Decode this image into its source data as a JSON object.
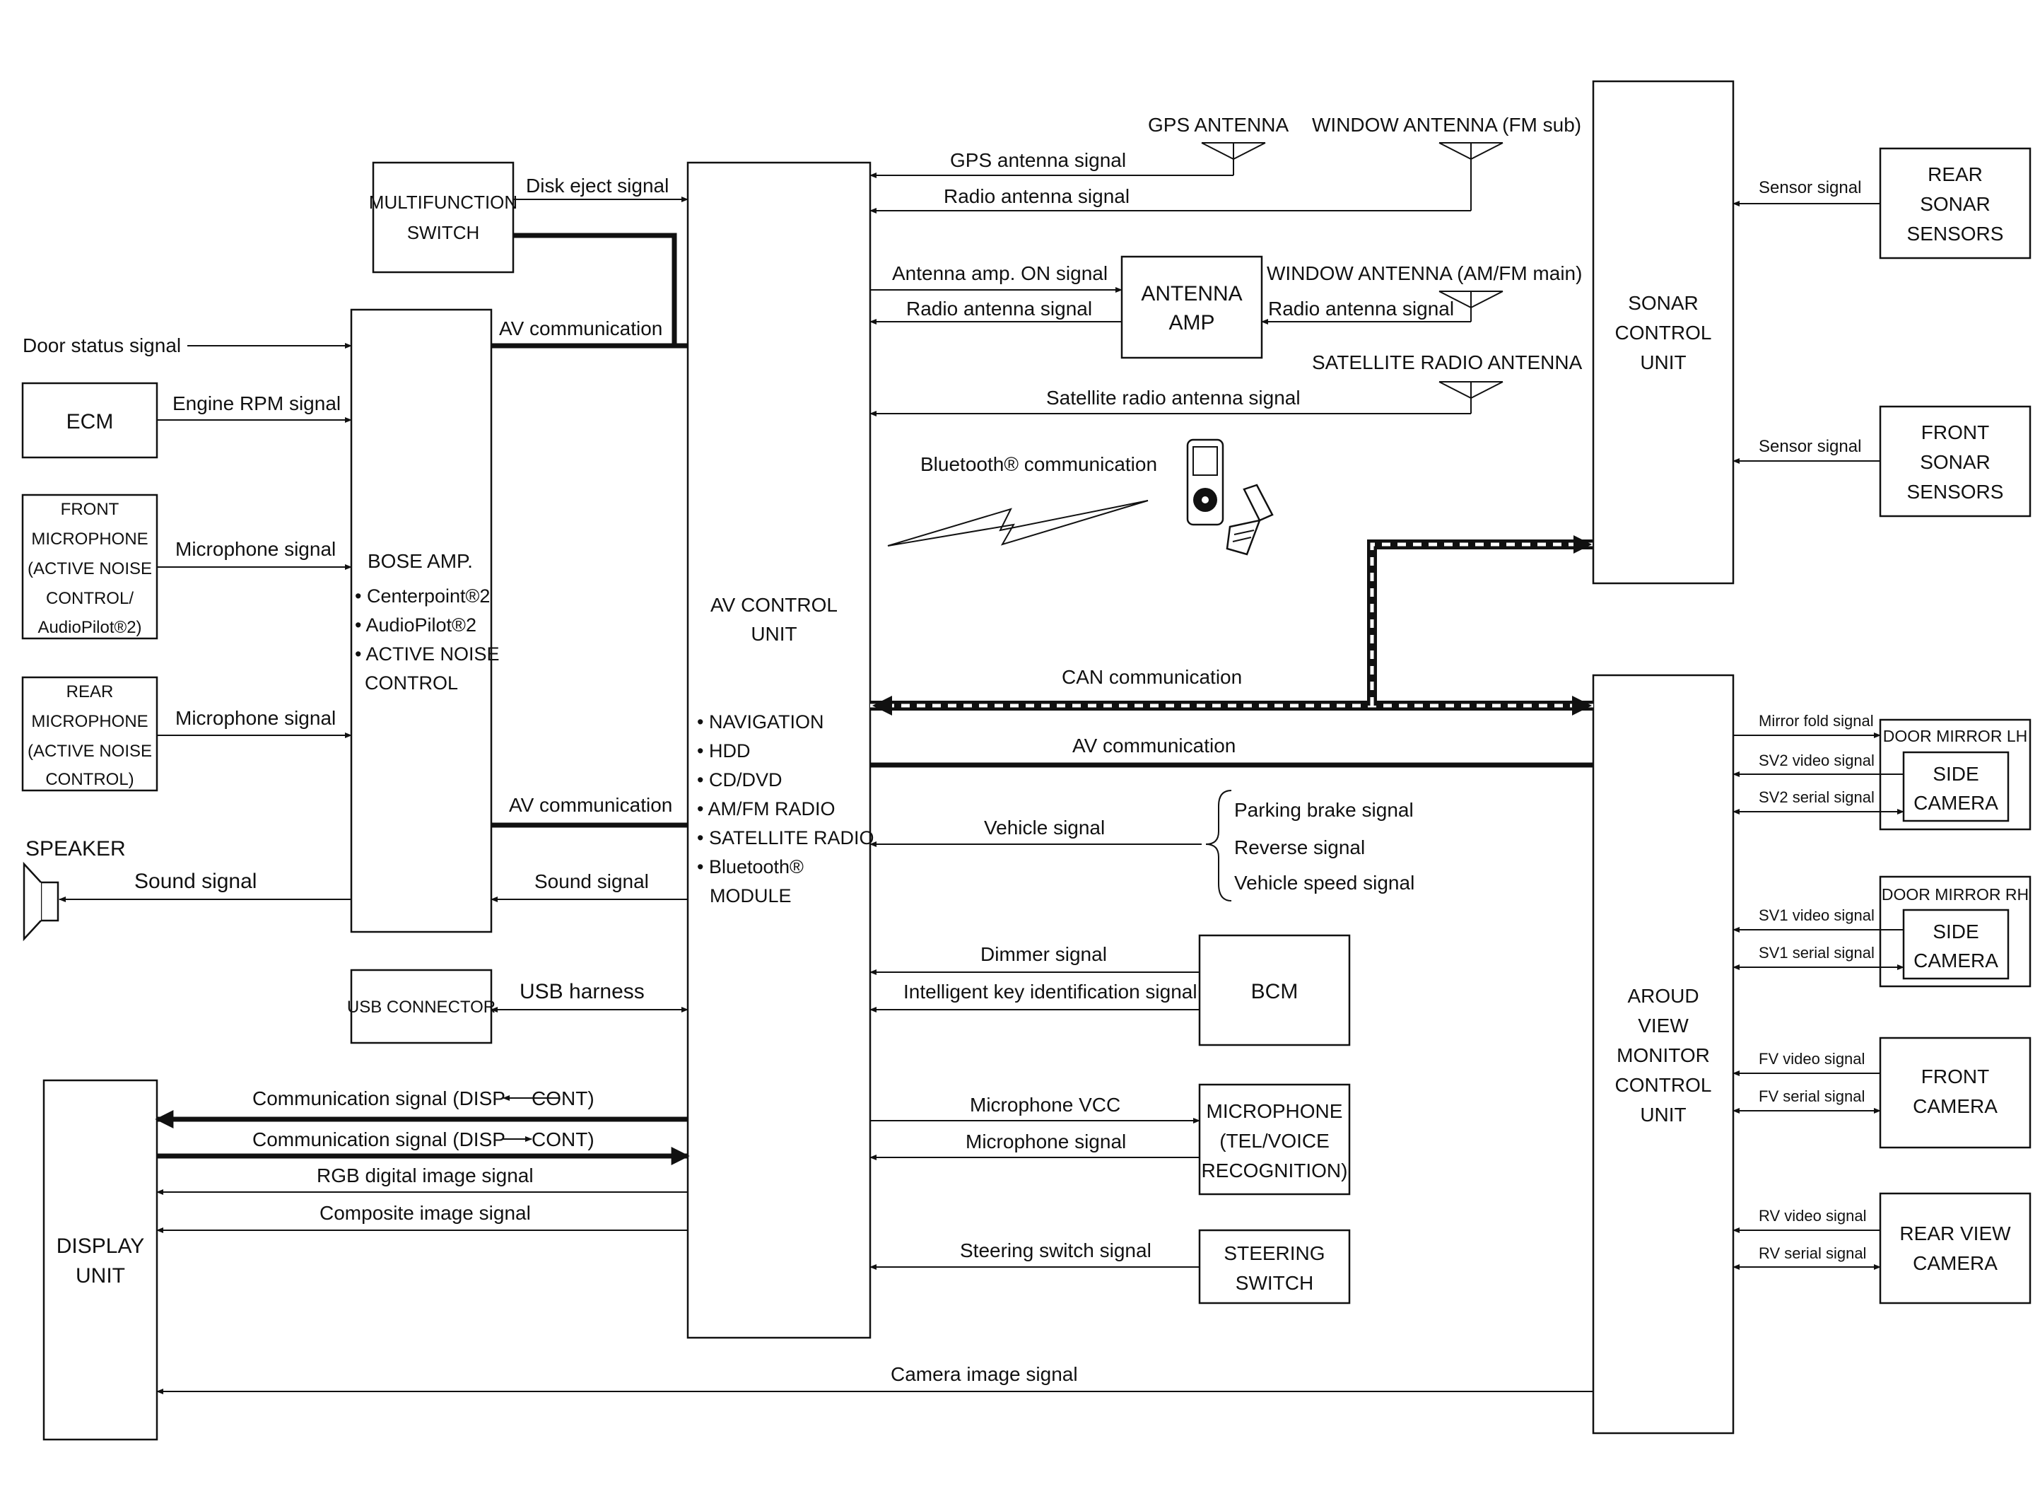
{
  "boxes": {
    "multifunction_switch": [
      "MULTIFUNCTION",
      "SWITCH"
    ],
    "ecm": [
      "ECM"
    ],
    "front_microphone": [
      "FRONT",
      "MICROPHONE",
      "(ACTIVE NOISE",
      "CONTROL/",
      "AudioPilot®2)"
    ],
    "rear_microphone": [
      "REAR",
      "MICROPHONE",
      "(ACTIVE NOISE",
      "CONTROL)"
    ],
    "bose_amp": [
      "BOSE AMP.",
      "• Centerpoint®2",
      "• AudioPilot®2",
      "• ACTIVE NOISE",
      "CONTROL"
    ],
    "usb_connector": [
      "USB CONNECTOR"
    ],
    "display_unit": [
      "DISPLAY",
      "UNIT"
    ],
    "av_control_unit_title": [
      "AV CONTROL",
      "UNIT"
    ],
    "av_control_unit_features": [
      "• NAVIGATION",
      "• HDD",
      "• CD/DVD",
      "• AM/FM RADIO",
      "• SATELLITE RADIO",
      "• Bluetooth®",
      "MODULE"
    ],
    "antenna_amp": [
      "ANTENNA",
      "AMP"
    ],
    "bcm": [
      "BCM"
    ],
    "microphone_tel": [
      "MICROPHONE",
      "(TEL/VOICE",
      "RECOGNITION)"
    ],
    "steering_switch": [
      "STEERING",
      "SWITCH"
    ],
    "sonar_control_unit": [
      "SONAR",
      "CONTROL",
      "UNIT"
    ],
    "rear_sonar_sensors": [
      "REAR",
      "SONAR",
      "SENSORS"
    ],
    "front_sonar_sensors": [
      "FRONT",
      "SONAR",
      "SENSORS"
    ],
    "around_view_unit": [
      "AROUD",
      "VIEW",
      "MONITOR",
      "CONTROL",
      "UNIT"
    ],
    "door_mirror_lh": [
      "DOOR MIRROR LH"
    ],
    "door_mirror_rh": [
      "DOOR MIRROR RH"
    ],
    "side_camera": [
      "SIDE",
      "CAMERA"
    ],
    "front_camera": [
      "FRONT",
      "CAMERA"
    ],
    "rear_view_camera": [
      "REAR VIEW",
      "CAMERA"
    ],
    "speaker": [
      "SPEAKER"
    ]
  },
  "antennas": {
    "gps": "GPS ANTENNA",
    "window_fm_sub": "WINDOW ANTENNA (FM sub)",
    "window_am_fm_main": "WINDOW ANTENNA (AM/FM main)",
    "satellite": "SATELLITE RADIO ANTENNA"
  },
  "signals": {
    "disk_eject": "Disk eject signal",
    "door_status": "Door status signal",
    "engine_rpm": "Engine RPM signal",
    "front_mic": "Microphone signal",
    "rear_mic": "Microphone signal",
    "av_comm_top": "AV communication",
    "av_comm_mid": "AV communication",
    "sound_bose": "Sound signal",
    "sound_speaker": "Sound signal",
    "usb_harness": "USB harness",
    "comm_disp_cont_1": "Communication signal (DISP",
    "comm_cont_1": "CONT)",
    "comm_disp_cont_2": "Communication signal (DISP",
    "comm_cont_2": "CONT)",
    "rgb": "RGB digital image signal",
    "composite": "Composite image signal",
    "camera_image": "Camera image signal",
    "gps_antenna": "GPS antenna signal",
    "radio_antenna_1": "Radio antenna signal",
    "antenna_amp_on": "Antenna amp. ON signal",
    "radio_antenna_2": "Radio antenna signal",
    "radio_antenna_3": "Radio antenna signal",
    "satellite_radio": "Satellite radio antenna signal",
    "bluetooth": "Bluetooth® communication",
    "can": "CAN communication",
    "av_comm_right": "AV communication",
    "vehicle": "Vehicle signal",
    "parking_brake": "Parking brake signal",
    "reverse": "Reverse signal",
    "vehicle_speed": "Vehicle speed signal",
    "dimmer": "Dimmer signal",
    "intelligent_key": "Intelligent key identification signal",
    "microphone_vcc": "Microphone VCC",
    "microphone_tel": "Microphone signal",
    "steering_switch": "Steering switch signal",
    "rear_sensor": "Sensor signal",
    "front_sensor": "Sensor signal",
    "mirror_fold": "Mirror fold signal",
    "sv2_video": "SV2 video signal",
    "sv2_serial": "SV2 serial signal",
    "sv1_video": "SV1 video signal",
    "sv1_serial": "SV1 serial signal",
    "fv_video": "FV video signal",
    "fv_serial": "FV serial signal",
    "rv_video": "RV video signal",
    "rv_serial": "RV serial signal"
  }
}
